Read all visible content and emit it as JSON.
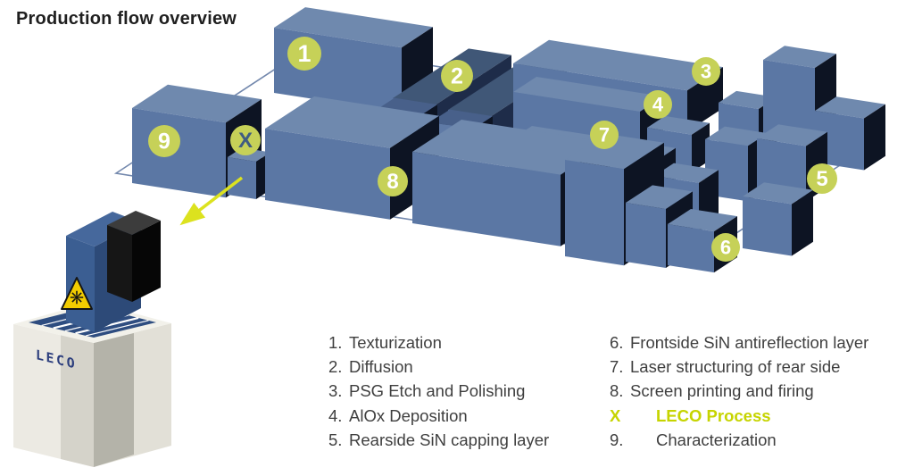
{
  "title": "Production flow overview",
  "diagram": {
    "markers": [
      {
        "id": "1"
      },
      {
        "id": "2"
      },
      {
        "id": "3"
      },
      {
        "id": "4"
      },
      {
        "id": "5"
      },
      {
        "id": "6"
      },
      {
        "id": "7"
      },
      {
        "id": "8"
      },
      {
        "id": "9"
      },
      {
        "id": "X"
      }
    ],
    "colors": {
      "block_front": "#5b77a4",
      "block_top": "#6f89ae",
      "block_side": "#0d1423",
      "furnace_front": "#53699b",
      "furnace_top": "#405777",
      "furnace_side": "#1e2c49",
      "step_front": "#5f7aa6",
      "step_top": "#48608a",
      "floor_outline": "#7388ad",
      "marker_fill": "#c6d158",
      "marker_text": "#ffffff",
      "marker_x_text": "#3f5c82",
      "arrow": "#dce21f"
    }
  },
  "legend": {
    "text_color": "#3f3f3f",
    "highlight_color": "#c6d400",
    "left": [
      {
        "num": "1.",
        "label": "Texturization"
      },
      {
        "num": "2.",
        "label": "Diffusion"
      },
      {
        "num": "3.",
        "label": "PSG Etch and Polishing"
      },
      {
        "num": "4.",
        "label": "AlOx Deposition"
      },
      {
        "num": "5.",
        "label": "Rearside SiN capping layer"
      }
    ],
    "right": [
      {
        "num": "6.",
        "label": "Frontside SiN antireflection layer"
      },
      {
        "num": "7.",
        "label": "Laser structuring of rear side"
      },
      {
        "num": "8.",
        "label": "Screen printing and firing"
      },
      {
        "num": "X",
        "label": "LECO Process",
        "highlight": true,
        "wide": true
      },
      {
        "num": "9.",
        "label": "Characterization",
        "wide": true
      }
    ]
  },
  "machine": {
    "brand": "LECO",
    "colors": {
      "brand": "#2c3e7d",
      "body": "#eceae3",
      "body_right": "#e2e0d7",
      "shade_left": "#c2c0b7",
      "shade_right": "#96948a",
      "top": "#f2f1ea",
      "tower": "#3b5e92",
      "tower_top": "#46689c",
      "tower_side": "#2d4a78",
      "head": "#161616",
      "head_top": "#3c3c3c",
      "head_side": "#060606",
      "cell": "#2e4d80",
      "cell_line": "#ffffff",
      "warning_bg": "#f2cc00",
      "warning_border": "#151515"
    }
  }
}
